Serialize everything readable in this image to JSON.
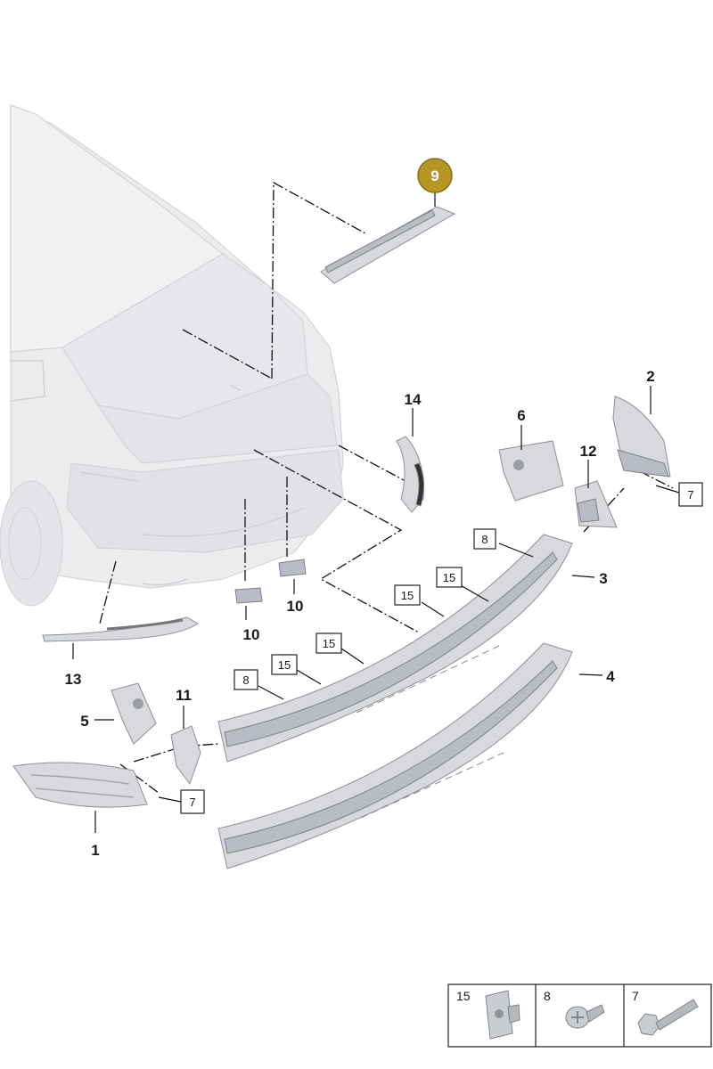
{
  "callouts": {
    "c1": "1",
    "c2": "2",
    "c3": "3",
    "c4": "4",
    "c5": "5",
    "c6": "6",
    "c7a": "7",
    "c7b": "7",
    "c8a": "8",
    "c8b": "8",
    "c9": "9",
    "c10a": "10",
    "c10b": "10",
    "c11": "11",
    "c12": "12",
    "c13": "13",
    "c14": "14",
    "c15a": "15",
    "c15b": "15",
    "c15c": "15",
    "c15d": "15"
  },
  "legend": [
    {
      "label": "15",
      "icon": "clip-nut-icon"
    },
    {
      "label": "8",
      "icon": "pan-head-screw-icon"
    },
    {
      "label": "7",
      "icon": "hex-bolt-icon"
    }
  ],
  "colors": {
    "highlight": "#b59524",
    "part": "#d7d9dd",
    "car": "#ececee"
  }
}
